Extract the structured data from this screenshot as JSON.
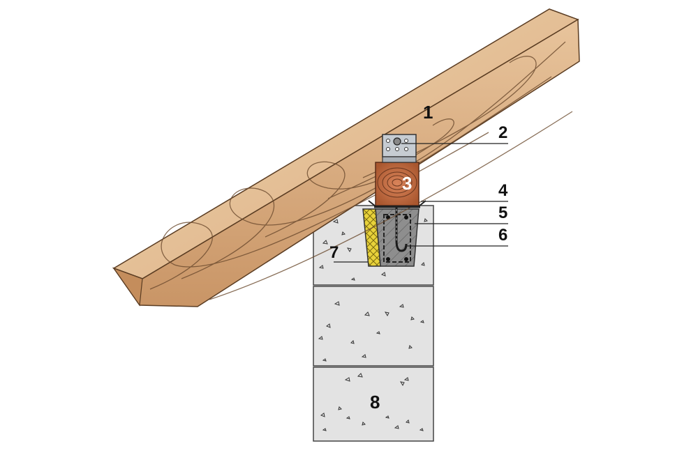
{
  "callouts": {
    "c1": "1",
    "c2": "2",
    "c3": "3",
    "c4": "4",
    "c5": "5",
    "c6": "6",
    "c7": "7",
    "c8": "8"
  },
  "colors": {
    "rafter": "#d9a876",
    "rafter_grain": "#6b4a2e",
    "mauerlat": "#b8663f",
    "concrete_block": "#e3e3e3",
    "armo_belt": "#8e8e8e",
    "insulation": "#e8d23a",
    "bracket": "#c6ccd2"
  },
  "icons": {
    "anchor": "threaded-stud-icon",
    "rebar": "rebar-cage-icon"
  }
}
